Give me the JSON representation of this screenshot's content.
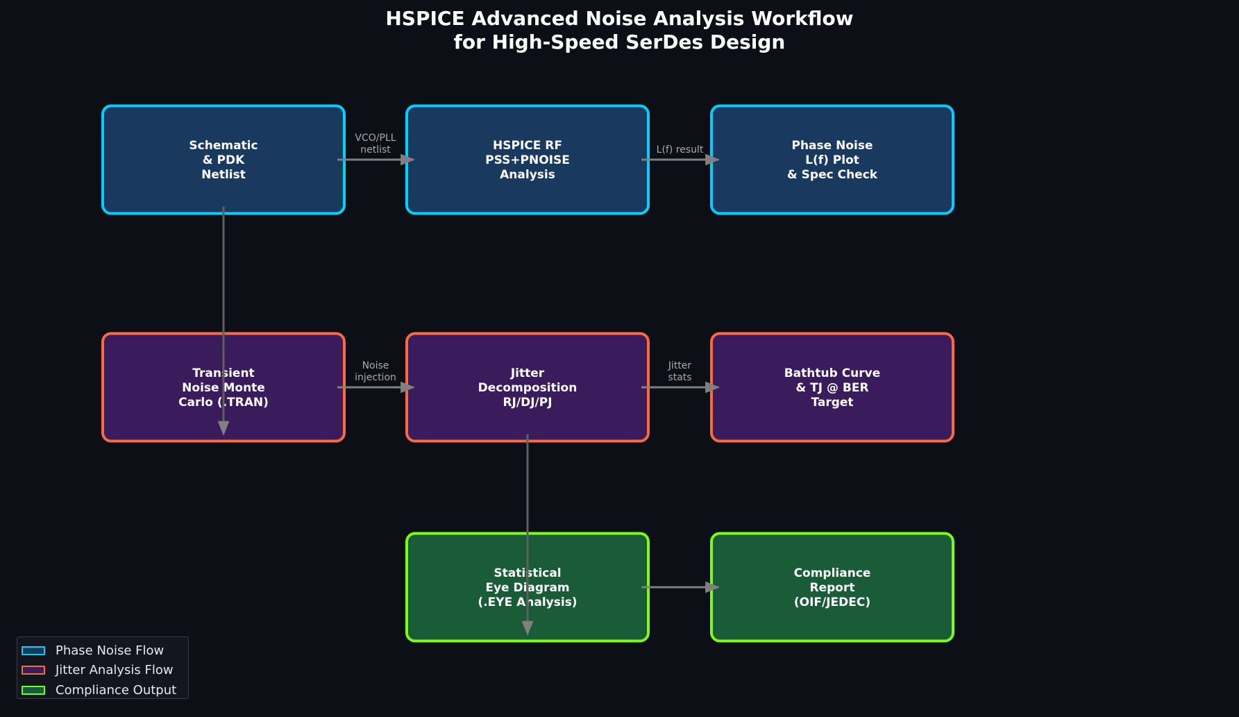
{
  "title": {
    "line1": "HSPICE Advanced Noise Analysis Workflow",
    "line2": "for High-Speed SerDes Design"
  },
  "colors": {
    "background": "#0c0f16",
    "phase_noise_fill": "#193a5e",
    "phase_noise_border": "#00cfff",
    "jitter_fill": "#3a1b5b",
    "jitter_border": "#ff6a3d",
    "compliance_fill": "#1b5c38",
    "compliance_border": "#7cfc14",
    "arrow": "#808080",
    "arrow_label": "#aaaaaa"
  },
  "nodes": [
    {
      "id": "schematic",
      "group": "phase_noise",
      "lines": [
        "Schematic",
        "& PDK",
        "Netlist"
      ]
    },
    {
      "id": "hspice_rf",
      "group": "phase_noise",
      "lines": [
        "HSPICE RF",
        "PSS+PNOISE",
        "Analysis"
      ]
    },
    {
      "id": "phase_noise",
      "group": "phase_noise",
      "lines": [
        "Phase Noise",
        "L(f) Plot",
        "& Spec Check"
      ]
    },
    {
      "id": "transient",
      "group": "jitter",
      "lines": [
        "Transient",
        "Noise Monte",
        "Carlo (.TRAN)"
      ]
    },
    {
      "id": "jitter_decomp",
      "group": "jitter",
      "lines": [
        "Jitter",
        "Decomposition",
        "RJ/DJ/PJ"
      ]
    },
    {
      "id": "bathtub",
      "group": "jitter",
      "lines": [
        "Bathtub Curve",
        "& TJ @ BER",
        "Target"
      ]
    },
    {
      "id": "eye",
      "group": "compliance",
      "lines": [
        "Statistical",
        "Eye Diagram",
        "(.EYE Analysis)"
      ]
    },
    {
      "id": "compliance",
      "group": "compliance",
      "lines": [
        "Compliance",
        "Report",
        "(OIF/JEDEC)"
      ]
    }
  ],
  "edges": [
    {
      "from": "schematic",
      "to": "hspice_rf",
      "label": [
        "VCO/PLL",
        "netlist"
      ]
    },
    {
      "from": "hspice_rf",
      "to": "phase_noise",
      "label": [
        "L(f) result"
      ]
    },
    {
      "from": "transient",
      "to": "jitter_decomp",
      "label": [
        "Noise",
        "injection"
      ]
    },
    {
      "from": "jitter_decomp",
      "to": "bathtub",
      "label": [
        "Jitter",
        "stats"
      ]
    },
    {
      "from": "eye",
      "to": "compliance",
      "label": []
    },
    {
      "from": "schematic",
      "to": "transient",
      "label": []
    },
    {
      "from": "jitter_decomp",
      "to": "eye",
      "label": []
    }
  ],
  "legend": [
    {
      "label": "Phase Noise Flow",
      "group": "phase_noise"
    },
    {
      "label": "Jitter Analysis Flow",
      "group": "jitter"
    },
    {
      "label": "Compliance Output",
      "group": "compliance"
    }
  ]
}
